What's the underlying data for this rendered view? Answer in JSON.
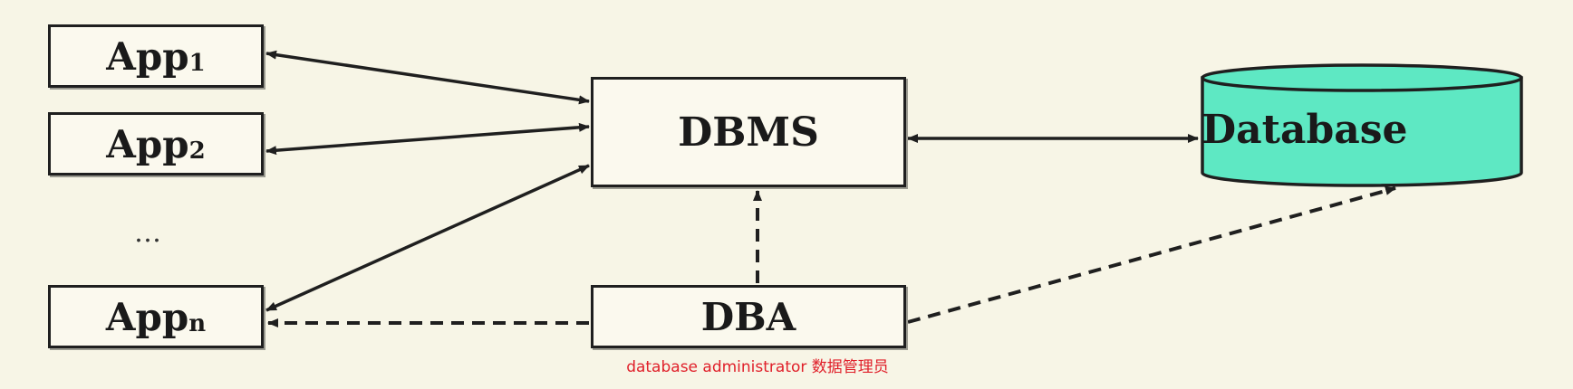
{
  "apps": [
    {
      "base": "App",
      "sub": "1"
    },
    {
      "base": "App",
      "sub": "2"
    },
    {
      "base": "App",
      "sub": "n"
    }
  ],
  "ellipsis": "…",
  "dbms_label": "DBMS",
  "dba_label": "DBA",
  "database_label": "Database",
  "dba_caption": "database administrator 数据管理员",
  "colors": {
    "database_fill": "#5ee8c3",
    "caption": "#e0202a",
    "background": "#f7f5e6",
    "stroke": "#1f1f1f"
  },
  "icons": [
    "cylinder-database-icon",
    "arrow-icon"
  ]
}
